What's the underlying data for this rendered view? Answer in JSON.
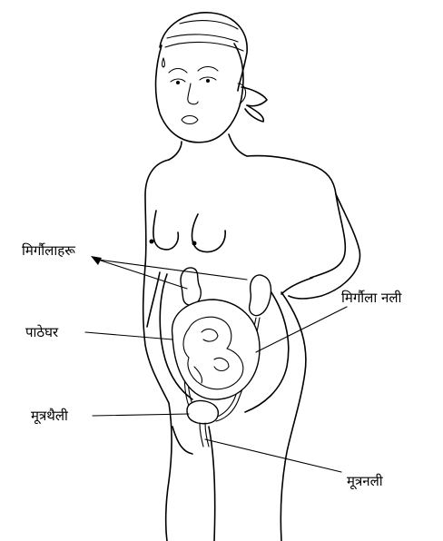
{
  "labels": {
    "kidneys": "मिर्गौलाहरू",
    "ureter": "मिर्गौला नली",
    "uterus": "पाठेघर",
    "bladder": "मूत्रथैली",
    "urethra": "मूत्रनली"
  }
}
